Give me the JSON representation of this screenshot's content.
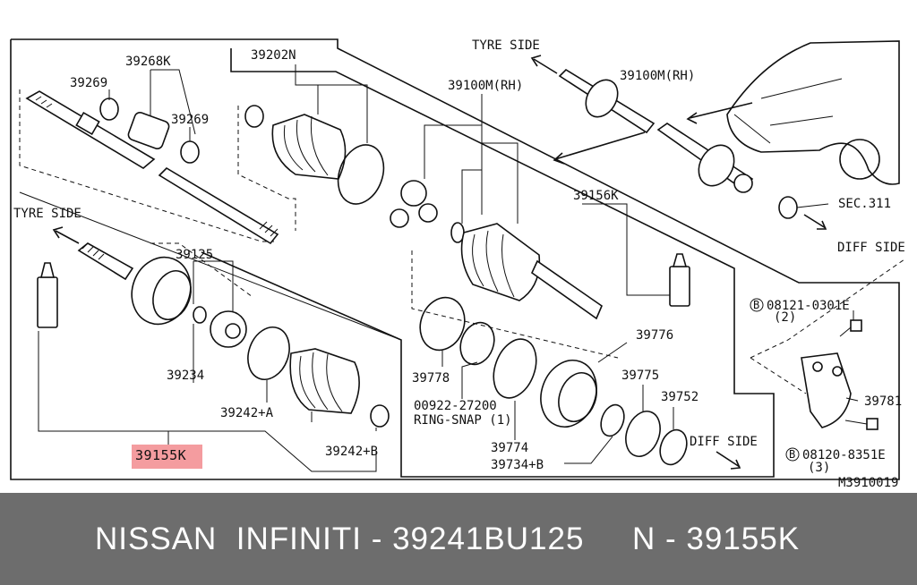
{
  "diagram": {
    "labels": {
      "p39268K": "39268K",
      "p39269a": "39269",
      "p39269b": "39269",
      "p39202N": "39202N",
      "p39100MRH_a": "39100M(RH)",
      "p39100MRH_b": "39100M(RH)",
      "tyre_side_top": "TYRE SIDE",
      "tyre_side_left": "TYRE SIDE",
      "p39156K": "39156K",
      "sec311": "SEC.311",
      "diff_side_right": "DIFF SIDE",
      "diff_side_bottom": "DIFF SIDE",
      "p39125": "39125",
      "p39234": "39234",
      "p39242A": "39242+A",
      "p39242B": "39242+B",
      "p39155K": "39155K",
      "p39778": "39778",
      "p00922": "00922-27200",
      "ring_snap": "RING-SNAP (1)",
      "p39774": "39774",
      "p39734B": "39734+B",
      "p39776": "39776",
      "p39775": "39775",
      "p39752": "39752",
      "bolt1": "08121-0301E",
      "bolt1_qty": "(2)",
      "bolt2": "08120-8351E",
      "bolt2_qty": "(3)",
      "bolt_prefix": "B",
      "p39781": "39781",
      "ref_code": "M3910019"
    },
    "highlight_part": "39155K",
    "highlight_color": "#f28b8e"
  },
  "footer": {
    "text": "NISSAN  INFINITI - 39241BU125     N - 39155K",
    "bg_color": "#6d6d6d"
  }
}
